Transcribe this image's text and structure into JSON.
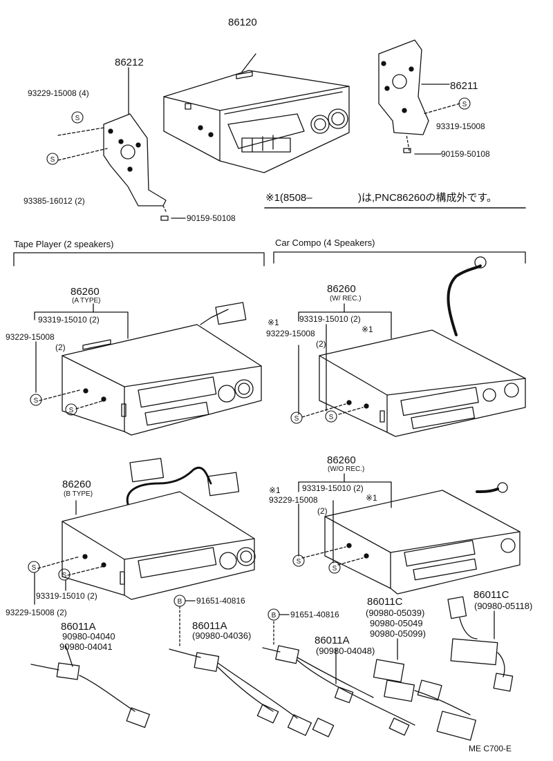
{
  "labels": {
    "p86120": "86120",
    "p86212": "86212",
    "p86211": "86211",
    "b93229_4": "93229-15008 (4)",
    "b93385": "93385-16012 (2)",
    "b93319_top": "93319-15008",
    "s90159_right": "90159-50108",
    "s90159_left": "90159-50108",
    "note_left": "※1(8508–",
    "note_right": ")は,PNC86260の構成外です。",
    "tape_header": "Tape Player (2 speakers)",
    "compo_header": "Car Compo (4 Speakers)",
    "a_part": "86260",
    "a_type": "(A TYPE)",
    "a_93319": "93319-15010 (2)",
    "a_93229": "93229-15008",
    "a_qty": "(2)",
    "w_part": "86260",
    "w_type": "(W/ REC.)",
    "w_star1": "※1",
    "w_93319": "93319-15010 (2)",
    "w_star2": "※1",
    "w_93229": "93229-15008",
    "w_qty": "(2)",
    "b_part": "86260",
    "b_type": "(B TYPE)",
    "b_93319": "93319-15010 (2)",
    "b_93229": "93229-15008 (2)",
    "wo_part": "86260",
    "wo_type": "(W/O REC.)",
    "wo_star1": "※1",
    "wo_93319": "93319-15010 (2)",
    "wo_star2": "※1",
    "wo_93229": "93229-15008",
    "wo_qty": "(2)",
    "bolt_91651_a": "91651-40816",
    "bolt_91651_b": "91651-40816",
    "h1_part": "86011A",
    "h1_code1": "90980-04040",
    "h1_code2": "90980-04041",
    "h2_part": "86011A",
    "h2_code": "(90980-04036)",
    "h3_part": "86011A",
    "h3_code": "(90980-04048)",
    "h4_part": "86011C",
    "h4_code1": "(90980-05039)",
    "h4_code2": "90980-05049",
    "h4_code3": "90980-05099)",
    "h5_part": "86011C",
    "h5_code": "(90980-05118)",
    "footer": "ME  C700-E"
  },
  "symbols": {
    "screw_marker": "S",
    "bolt_marker": "B"
  }
}
